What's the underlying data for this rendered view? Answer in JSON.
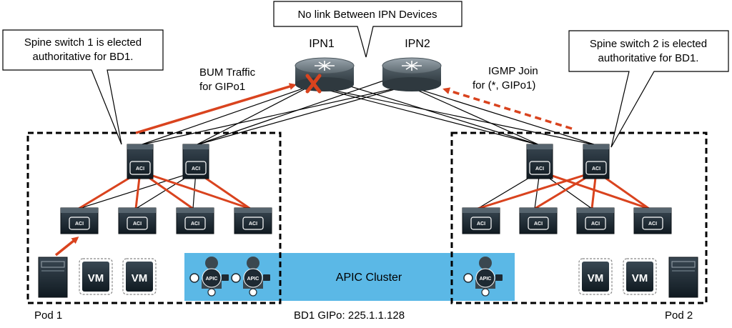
{
  "callouts": {
    "ipn_note": "No link Between IPN Devices",
    "spine1_note_line1": "Spine switch 1 is elected",
    "spine1_note_line2": "authoritative for BD1.",
    "spine2_note_line1": "Spine switch 2 is elected",
    "spine2_note_line2": "authoritative for BD1."
  },
  "routers": {
    "ipn1": "IPN1",
    "ipn2": "IPN2"
  },
  "flows": {
    "bum_line1": "BUM Traffic",
    "bum_line2": "for GIPo1",
    "igmp_line1": "IGMP Join",
    "igmp_line2": "for  (*, GIPo1)"
  },
  "device_labels": {
    "aci": "ACI",
    "vm": "VM",
    "apic": "APIC"
  },
  "pods": {
    "pod1": "Pod 1",
    "pod2": "Pod 2"
  },
  "cluster": {
    "label": "APIC Cluster"
  },
  "footer": {
    "gipo": "BD1 GIPo: 225.1.1.128"
  },
  "colors": {
    "accent_red": "#D9431E",
    "apic_band": "#5BB8E6",
    "device_dark": "#1E2A33",
    "router_gray": "#6B7780"
  }
}
